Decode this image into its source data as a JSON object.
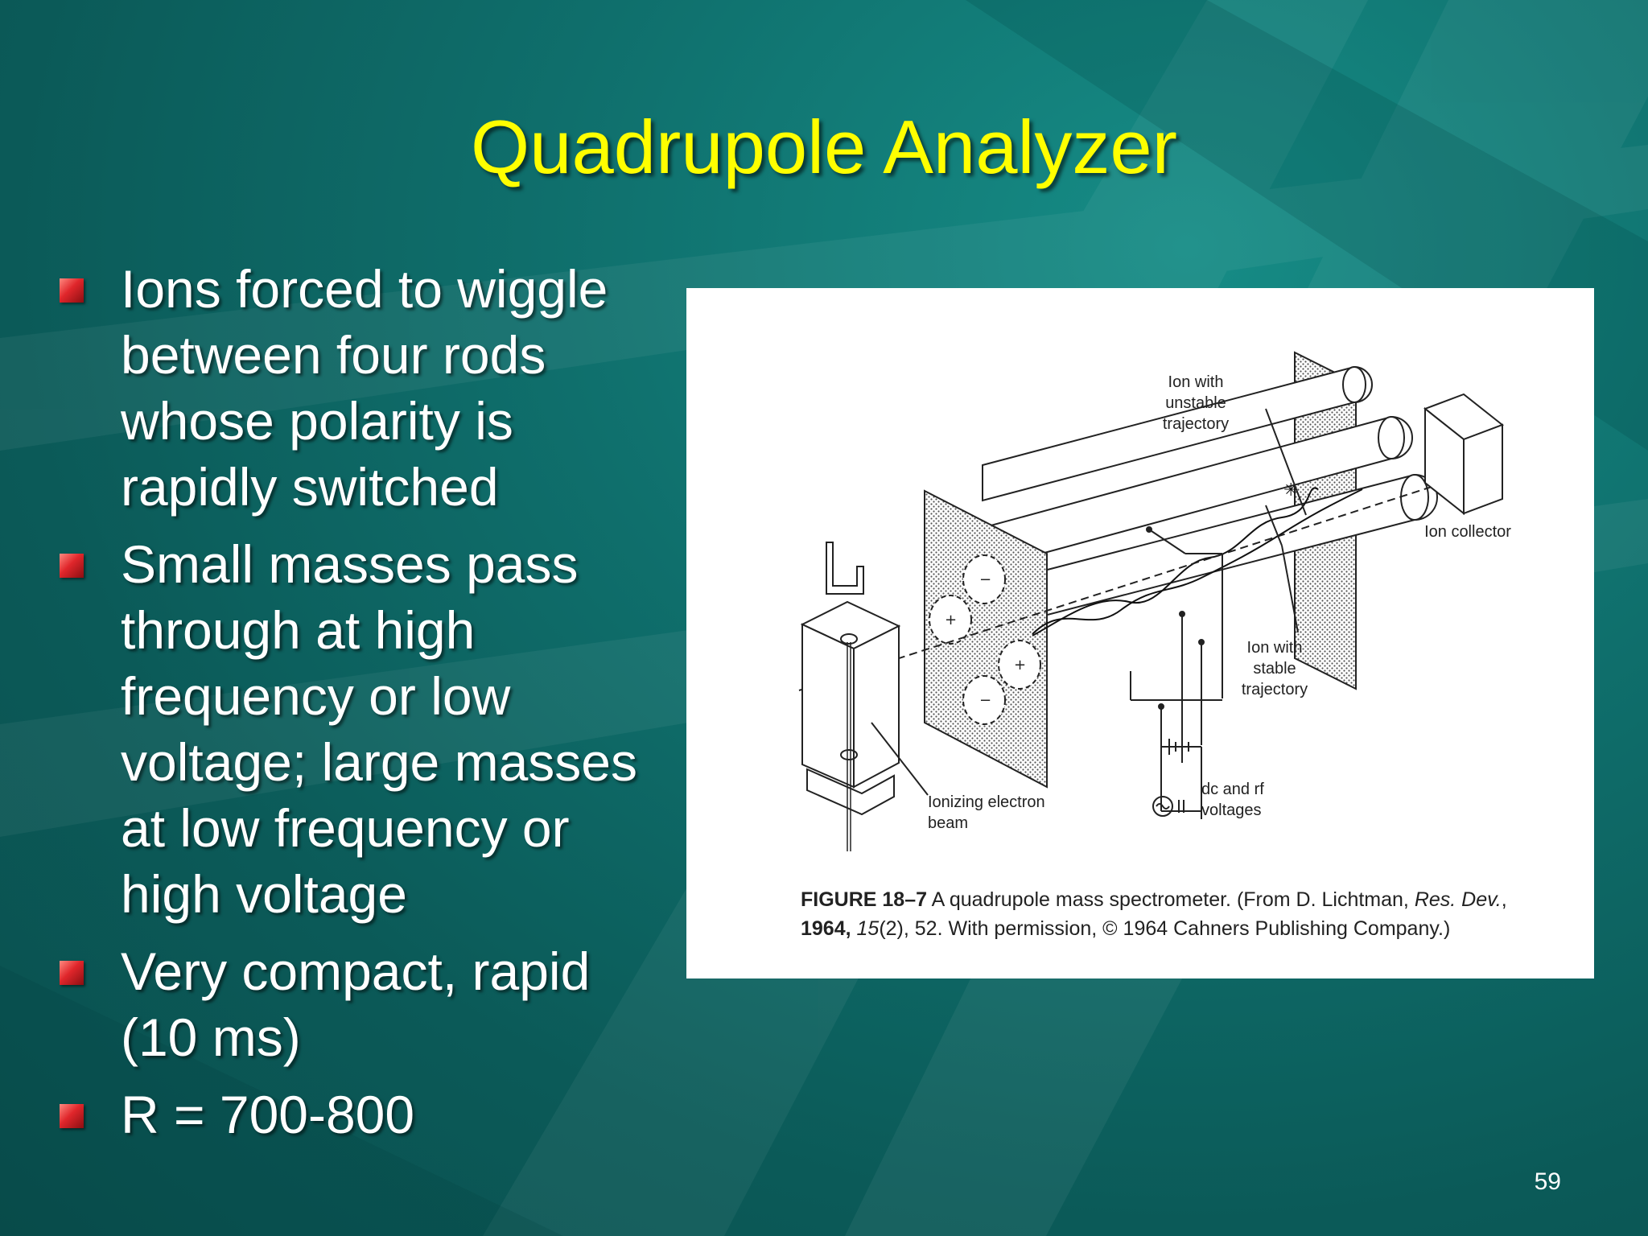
{
  "slide": {
    "title": "Quadrupole Analyzer",
    "bullets": [
      "Ions forced to wiggle between four rods whose polarity is rapidly switched",
      "Small masses pass through at high frequency or low voltage; large masses at low frequency or high voltage",
      "Very compact, rapid (10 ms)",
      "R = 700-800"
    ],
    "page_number": "59",
    "colors": {
      "title": "#ffff00",
      "text": "#ffffff",
      "background": "#0f6f6c",
      "bullet_marker": "#e0262b"
    }
  },
  "figure": {
    "labels": {
      "ion_unstable": "Ion with unstable trajectory",
      "ion_collector": "Ion collector",
      "ion_stable": "Ion with stable trajectory",
      "ionizing_beam": "Ionizing electron beam",
      "dc_rf": "dc and rf voltages"
    },
    "caption": {
      "fig_number": "FIGURE 18–7",
      "part1": " A quadrupole mass spectrometer. (From D. Lichtman, ",
      "journal": "Res. Dev.",
      "part2": ", ",
      "year": "1964,",
      "part3": " ",
      "volume": "15",
      "part4": "(2), 52. With permission, © 1964 Cahners Publishing Company.)"
    }
  }
}
